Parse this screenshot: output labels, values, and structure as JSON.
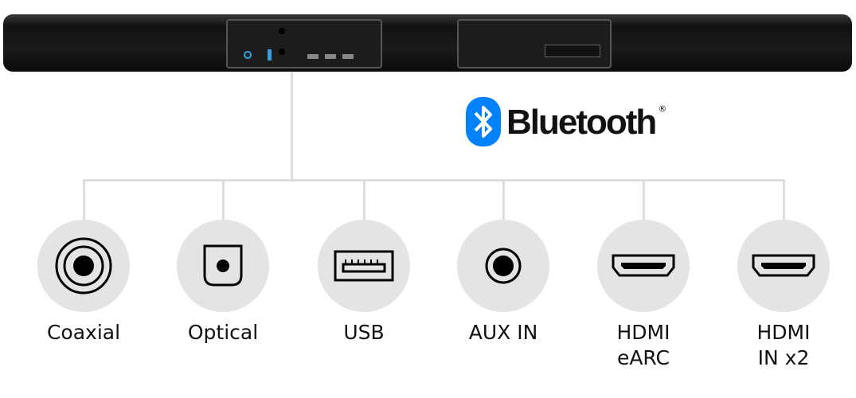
{
  "brand": {
    "name": "Bluetooth",
    "mark": "®",
    "color": "#0082FC"
  },
  "ports": [
    {
      "icon": "coaxial-icon",
      "lines": [
        "Coaxial"
      ]
    },
    {
      "icon": "optical-icon",
      "lines": [
        "Optical"
      ]
    },
    {
      "icon": "usb-icon",
      "lines": [
        "USB"
      ]
    },
    {
      "icon": "aux-icon",
      "lines": [
        "AUX IN"
      ]
    },
    {
      "icon": "hdmi-icon",
      "lines": [
        "HDMI",
        "eARC"
      ]
    },
    {
      "icon": "hdmi-icon",
      "lines": [
        "HDMI",
        "IN x2"
      ]
    }
  ]
}
